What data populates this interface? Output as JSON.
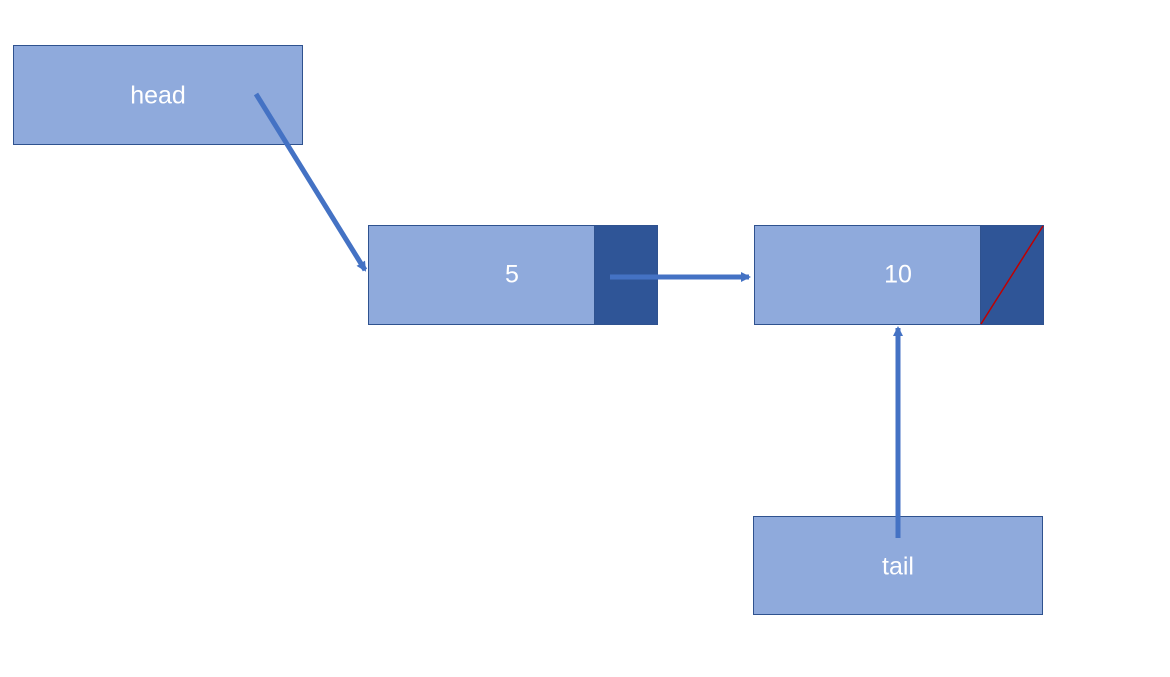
{
  "colors": {
    "box_fill": "#8faadc",
    "box_border": "#2f528f",
    "pointer_fill": "#2f5597",
    "arrow": "#4472c4",
    "null_line": "#c00000",
    "text": "#ffffff"
  },
  "head": {
    "label": "head"
  },
  "tail": {
    "label": "tail"
  },
  "nodes": [
    {
      "value": "5"
    },
    {
      "value": "10"
    }
  ]
}
